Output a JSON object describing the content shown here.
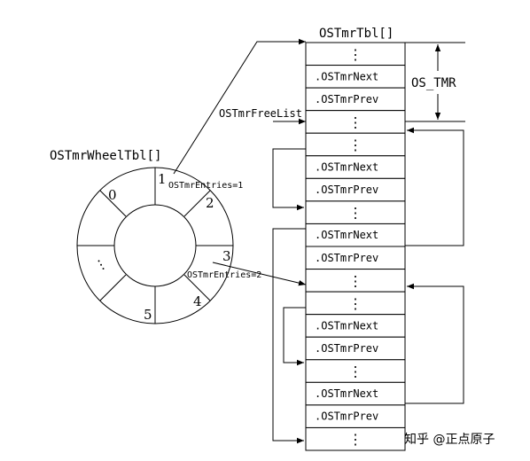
{
  "table": {
    "title": "OSTmrTbl[]",
    "rows": [
      {
        "kind": "dots",
        "label": "⋮"
      },
      {
        "kind": "field",
        "label": ".OSTmrNext"
      },
      {
        "kind": "field",
        "label": ".OSTmrPrev"
      },
      {
        "kind": "dots",
        "label": "⋮"
      },
      {
        "kind": "dots",
        "label": "⋮"
      },
      {
        "kind": "field",
        "label": ".OSTmrNext"
      },
      {
        "kind": "field",
        "label": ".OSTmrPrev"
      },
      {
        "kind": "dots",
        "label": "⋮"
      },
      {
        "kind": "field",
        "label": ".OSTmrNext"
      },
      {
        "kind": "field",
        "label": ".OSTmrPrev"
      },
      {
        "kind": "dots",
        "label": "⋮"
      },
      {
        "kind": "dots",
        "label": "⋮"
      },
      {
        "kind": "field",
        "label": ".OSTmrNext"
      },
      {
        "kind": "field",
        "label": ".OSTmrPrev"
      },
      {
        "kind": "dots",
        "label": "⋮"
      },
      {
        "kind": "field",
        "label": ".OSTmrNext"
      },
      {
        "kind": "field",
        "label": ".OSTmrPrev"
      },
      {
        "kind": "dots",
        "label": "⋮"
      }
    ]
  },
  "labels": {
    "os_tmr": "OS_TMR",
    "free_list": "OSTmrFreeList",
    "wheel_title": "OSTmrWheelTbl[]",
    "entries_1": "OSTmrEntries=1",
    "entries_2": "OSTmrEntries=2"
  },
  "wheel": {
    "sectors": [
      "0",
      "1",
      "2",
      "3",
      "4",
      "5",
      "…"
    ]
  },
  "watermark": "知乎 @正点原子"
}
